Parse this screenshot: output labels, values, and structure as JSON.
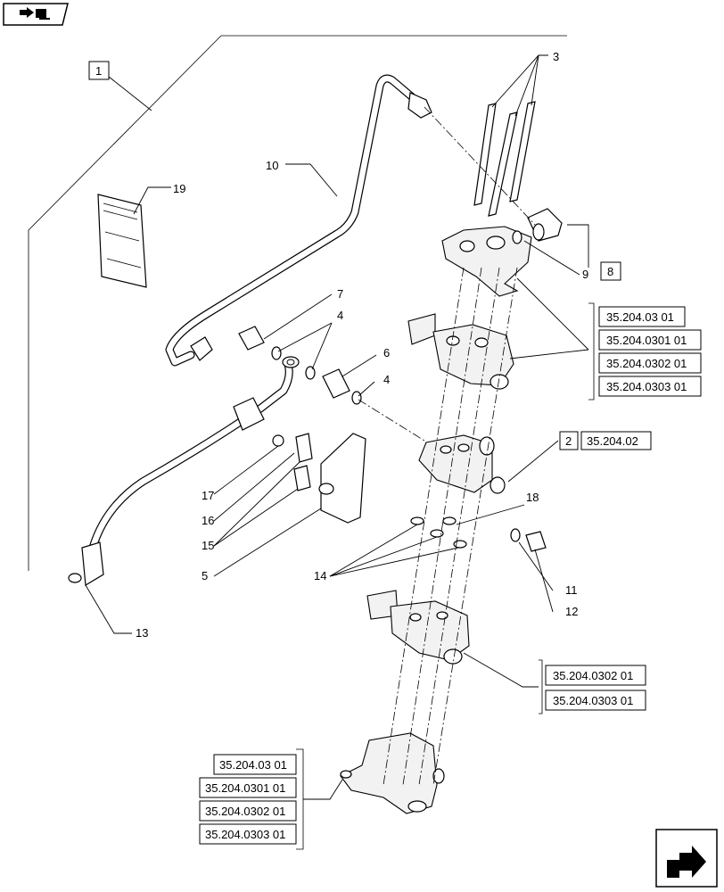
{
  "nav": {
    "top_icon": "book-arrow-icon",
    "bottom_icon": "next-page-arrow-icon"
  },
  "callouts": {
    "c1": "1",
    "c2": "2",
    "c3": "3",
    "c4a": "4",
    "c4b": "4",
    "c5": "5",
    "c6": "6",
    "c7": "7",
    "c8": "8",
    "c9": "9",
    "c10": "10",
    "c11": "11",
    "c12": "12",
    "c13": "13",
    "c14": "14",
    "c15": "15",
    "c16": "16",
    "c17": "17",
    "c18": "18",
    "c19": "19"
  },
  "refs": {
    "group_a": [
      "35.204.03 01",
      "35.204.0301 01",
      "35.204.0302 01",
      "35.204.0303 01"
    ],
    "mid": "35.204.02",
    "group_b": [
      "35.204.0302 01",
      "35.204.0303 01"
    ],
    "group_c": [
      "35.204.03 01",
      "35.204.0301 01",
      "35.204.0302 01",
      "35.204.0303 01"
    ]
  }
}
